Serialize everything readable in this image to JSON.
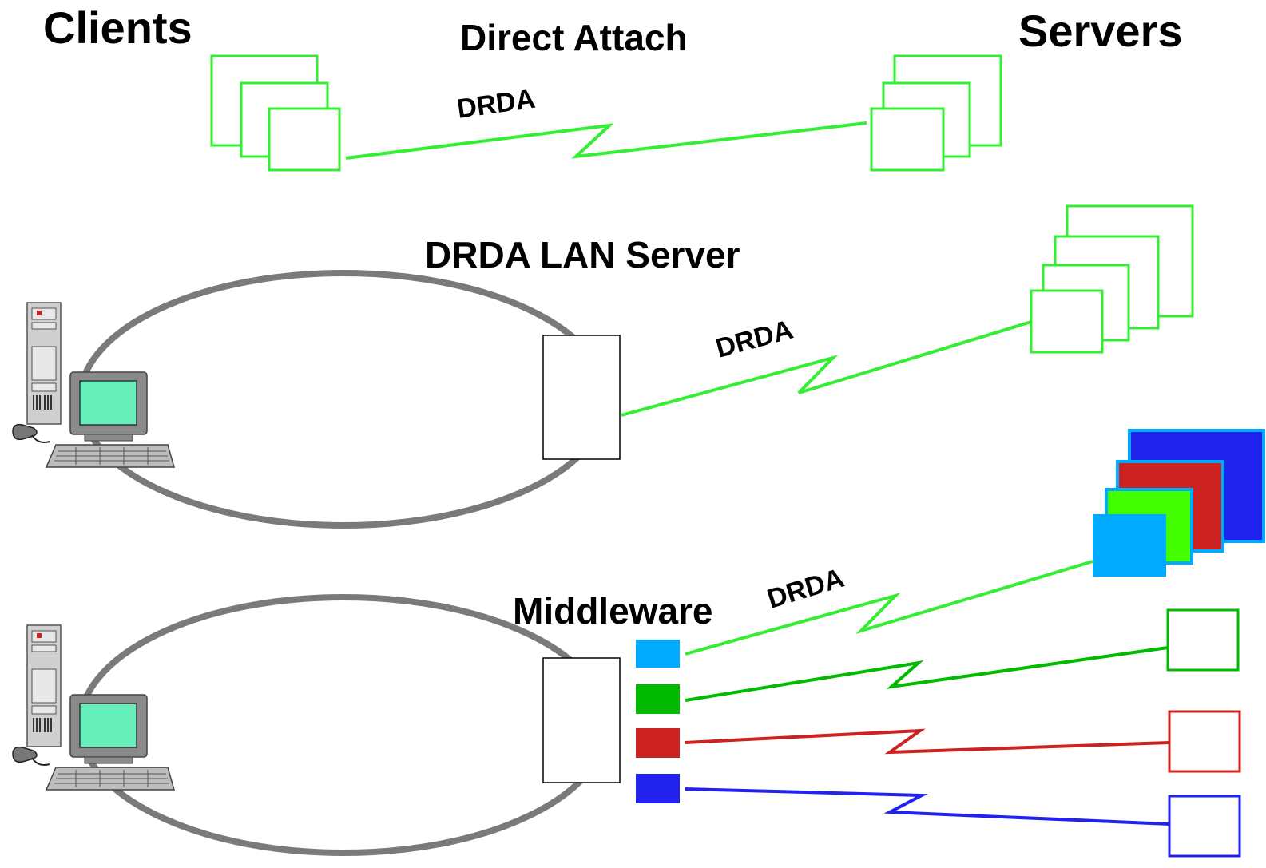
{
  "headings": {
    "clients": "Clients",
    "servers": "Servers",
    "direct_attach": "Direct Attach",
    "lan_server": "DRDA LAN Server",
    "middleware": "Middleware"
  },
  "links": {
    "direct": "DRDA",
    "lan": "DRDA",
    "middleware": "DRDA"
  },
  "colors": {
    "bright_green": "#33ee33",
    "green": "#00bb00",
    "red": "#cc2222",
    "blue": "#2222ee",
    "cyan": "#00aaff",
    "ring_gray": "#7a7a7a",
    "screen": "#66eebb"
  }
}
